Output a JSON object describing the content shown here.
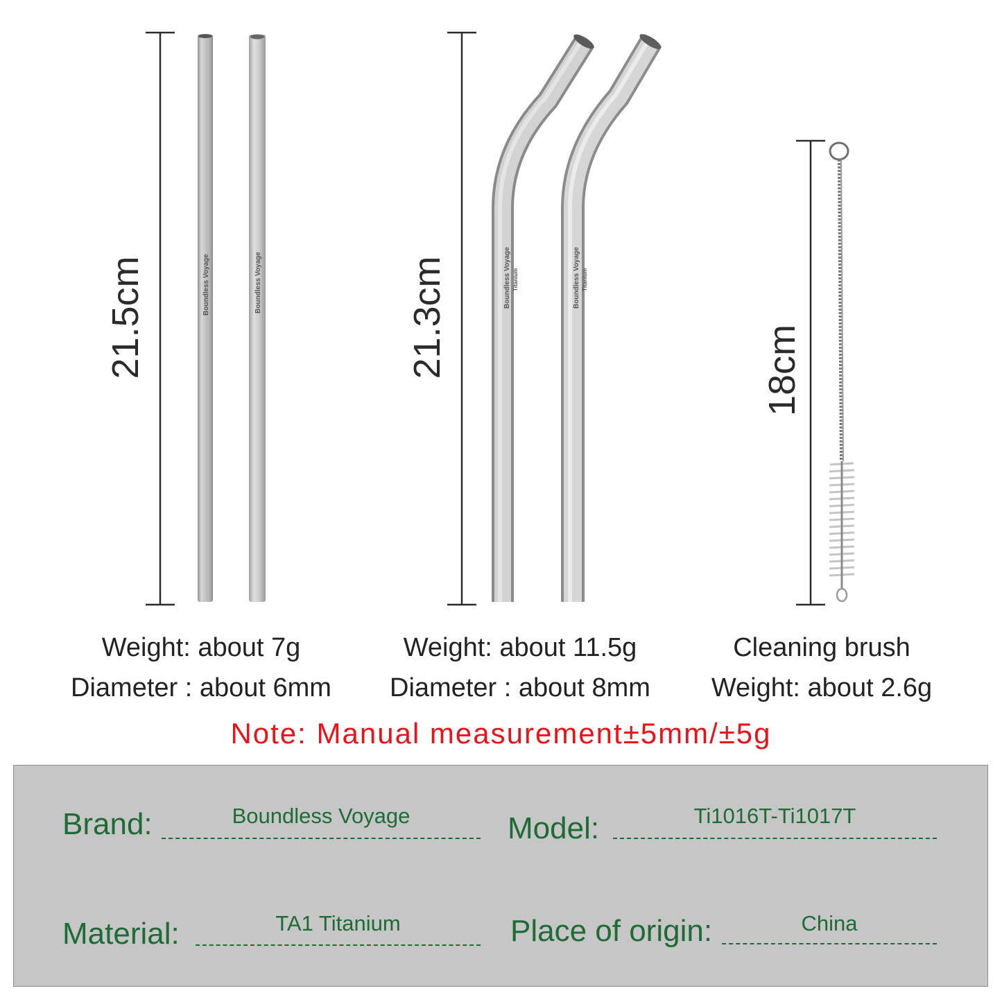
{
  "products": [
    {
      "dimension": "21.5cm",
      "weight": "Weight: about 7g",
      "diameter": "Diameter : about 6mm"
    },
    {
      "dimension": "21.3cm",
      "weight": "Weight: about 11.5g",
      "diameter": "Diameter : about 8mm"
    },
    {
      "dimension": "18cm",
      "title": "Cleaning brush",
      "weight": "Weight: about 2.6g"
    }
  ],
  "note": "Note: Manual measurement±5mm/±5g",
  "engraving": {
    "brand": "Boundless Voyage",
    "material": "Titanium"
  },
  "specs": {
    "brand_label": "Brand:",
    "brand_value": "Boundless Voyage",
    "model_label": "Model:",
    "model_value": "Ti1016T-Ti1017T",
    "material_label": "Material:",
    "material_value": "TA1 Titanium",
    "origin_label": "Place of origin:",
    "origin_value": "China"
  },
  "colors": {
    "note": "#e8141c",
    "spec_text": "#1f6b36",
    "panel": "#c6c6c6"
  }
}
